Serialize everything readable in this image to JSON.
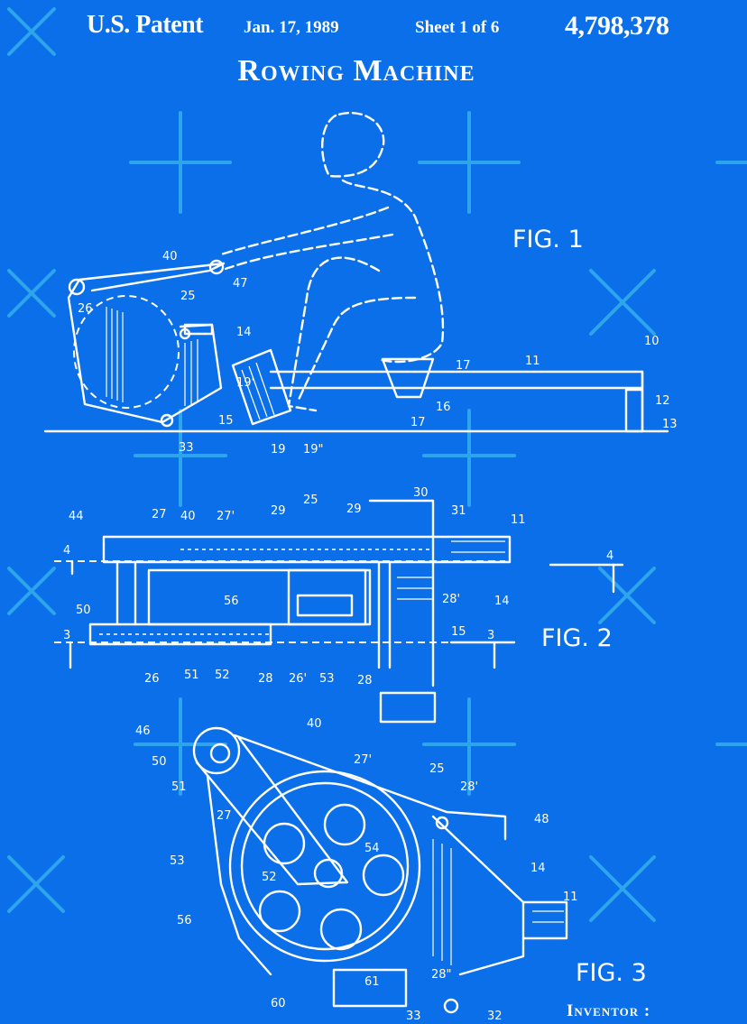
{
  "header": {
    "patent_label": "U.S. Patent",
    "date": "Jan. 17, 1989",
    "sheet": "Sheet 1 of 6",
    "patent_number": "4,798,378"
  },
  "title": "Rowing Machine",
  "figures": {
    "fig1": "FIG. 1",
    "fig2": "FIG. 2",
    "fig3": "FIG. 3"
  },
  "inventor_label": "Inventor :",
  "reference_numerals": {
    "fig1": [
      "40",
      "47",
      "25",
      "26",
      "14",
      "19'",
      "10",
      "11",
      "17",
      "16",
      "17",
      "12",
      "13",
      "15",
      "33",
      "19",
      "19\""
    ],
    "fig2": [
      "44",
      "27",
      "40",
      "27'",
      "29",
      "25",
      "29",
      "30",
      "31",
      "11",
      "4",
      "4",
      "56",
      "28'",
      "14",
      "15",
      "50",
      "3",
      "3",
      "26",
      "51",
      "52",
      "28",
      "26'",
      "53",
      "28"
    ],
    "fig3": [
      "46",
      "40",
      "50",
      "27'",
      "25",
      "51",
      "28'",
      "27",
      "48",
      "53",
      "54",
      "52",
      "14",
      "11",
      "56",
      "61",
      "28\"",
      "60",
      "33",
      "32"
    ]
  },
  "colors": {
    "background": "#0a6fe8",
    "ink": "#ffffff",
    "watermark": "#3bb6ee"
  }
}
